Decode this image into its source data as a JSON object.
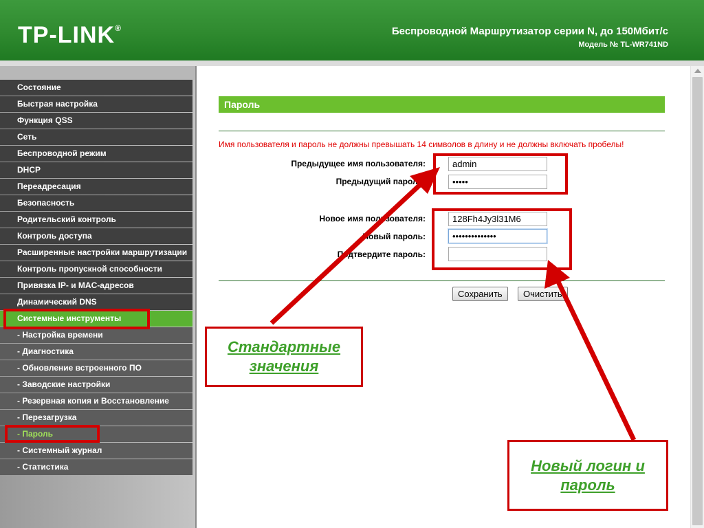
{
  "header": {
    "logo": "TP-LINK",
    "logo_mark": "®",
    "title": "Беспроводной Маршрутизатор серии N, до 150Мбит/с",
    "model": "Модель № TL-WR741ND"
  },
  "sidebar": {
    "items": [
      {
        "label": "Состояние"
      },
      {
        "label": "Быстрая настройка"
      },
      {
        "label": "Функция QSS"
      },
      {
        "label": "Сеть"
      },
      {
        "label": "Беспроводной режим"
      },
      {
        "label": "DHCP"
      },
      {
        "label": "Переадресация"
      },
      {
        "label": "Безопасность"
      },
      {
        "label": "Родительский контроль"
      },
      {
        "label": "Контроль доступа"
      },
      {
        "label": "Расширенные настройки маршрутизации"
      },
      {
        "label": "Контроль пропускной способности"
      },
      {
        "label": "Привязка IP- и MAC-адресов"
      },
      {
        "label": "Динамический DNS"
      },
      {
        "label": "Системные инструменты"
      },
      {
        "label": "- Настройка времени"
      },
      {
        "label": "- Диагностика"
      },
      {
        "label": "- Обновление встроенного ПО"
      },
      {
        "label": "- Заводские настройки"
      },
      {
        "label": "- Резервная копия и Восстановление"
      },
      {
        "label": "- Перезагрузка"
      },
      {
        "label": "- Пароль"
      },
      {
        "label": "- Системный журнал"
      },
      {
        "label": "- Статистика"
      }
    ],
    "active_index": 14,
    "current_index": 21
  },
  "form": {
    "section_title": "Пароль",
    "warning": "Имя пользователя и пароль не должны превышать 14 символов в длину и не должны включать пробелы!",
    "old_username_label": "Предыдущее имя пользователя:",
    "old_username_value": "admin",
    "old_password_label": "Предыдущий пароль:",
    "old_password_value": "•••••",
    "new_username_label": "Новое имя пользователя:",
    "new_username_value": "128Fh4Jy3l31M6",
    "new_password_label": "Новый пароль:",
    "new_password_value": "••••••••••••••",
    "confirm_password_label": "Подтвердите пароль:",
    "confirm_password_value": "",
    "save_button": "Сохранить",
    "clear_button": "Очистить"
  },
  "annotations": {
    "callout_defaults": "Стандартные значения",
    "callout_new": "Новый логин и пароль",
    "annotation_color": "#d20000",
    "callout_text_color": "#3ea02a"
  },
  "colors": {
    "header_green": "#2f8a2f",
    "section_green": "#6cbf2e",
    "menu_dark": "#3f3f3f",
    "menu_sub": "#5c5c5c",
    "menu_active": "#5ab232",
    "warning_red": "#e00000"
  }
}
